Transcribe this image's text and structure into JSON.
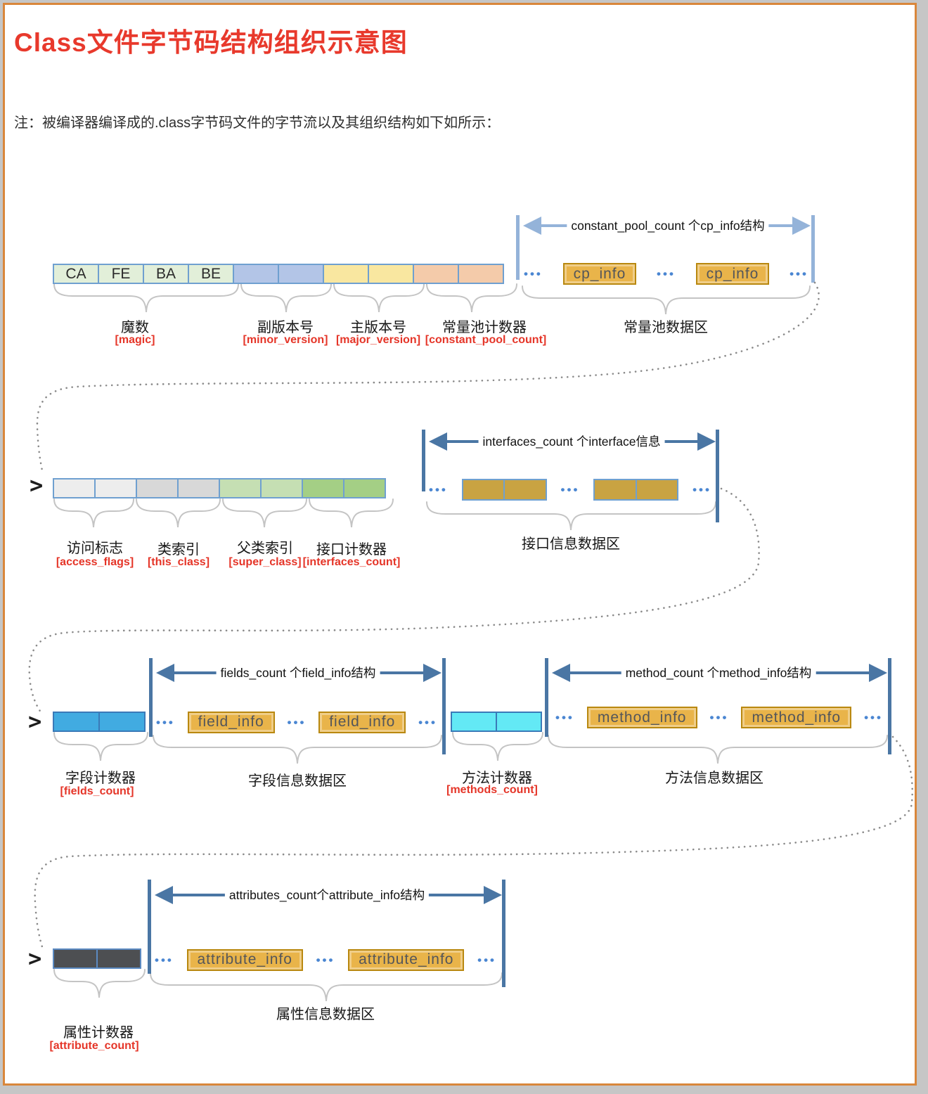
{
  "title": "Class文件字节码结构组织示意图",
  "note": "注：被编译器编译成的.class字节码文件的字节流以及其组织结构如下如所示：",
  "ellipsis": "•••",
  "entry_marker": ">",
  "colors": {
    "accent_red": "#e53528",
    "frame_orange": "#d9873b",
    "arrow_light_blue": "#94b3d9",
    "arrow_steel_blue": "#4a76a4",
    "gold_box": "#e9b44a",
    "interface_gold": "#c9a342",
    "magic_green": "#e2efd9",
    "minor_blue": "#b3c5e7",
    "major_yellow": "#f9e7a0",
    "cp_count_orange": "#f4cbaa",
    "fields_blue": "#41abe1",
    "methods_cyan": "#63e9f5",
    "attributes_gray": "#4d4f52"
  },
  "row1": {
    "magic_cells": [
      "CA",
      "FE",
      "BA",
      "BE"
    ],
    "arrow_label": "constant_pool_count 个cp_info结构",
    "box_label": "cp_info",
    "labels": {
      "magic": {
        "name": "魔数",
        "key": "[magic]"
      },
      "minor": {
        "name": "副版本号",
        "key": "[minor_version]"
      },
      "major": {
        "name": "主版本号",
        "key": "[major_version]"
      },
      "cp_count": {
        "name": "常量池计数器",
        "key": "[constant_pool_count]"
      },
      "cp_area": {
        "name": "常量池数据区"
      }
    }
  },
  "row2": {
    "arrow_label": "interfaces_count 个interface信息",
    "labels": {
      "access": {
        "name": "访问标志",
        "key": "[access_flags]"
      },
      "this": {
        "name": "类索引",
        "key": "[this_class]"
      },
      "super": {
        "name": "父类索引",
        "key": "[super_class]"
      },
      "if_count": {
        "name": "接口计数器",
        "key": "[interfaces_count]"
      },
      "if_area": {
        "name": "接口信息数据区"
      }
    }
  },
  "row3": {
    "fields": {
      "arrow_label": "fields_count 个field_info结构",
      "box_label": "field_info",
      "counter": {
        "name": "字段计数器",
        "key": "[fields_count]"
      },
      "area": {
        "name": "字段信息数据区"
      }
    },
    "methods": {
      "arrow_label": "method_count 个method_info结构",
      "box_label": "method_info",
      "counter": {
        "name": "方法计数器",
        "key": "[methods_count]"
      },
      "area": {
        "name": "方法信息数据区"
      }
    }
  },
  "row4": {
    "arrow_label": "attributes_count个attribute_info结构",
    "box_label": "attribute_info",
    "counter": {
      "name": "属性计数器",
      "key": "[attribute_count]"
    },
    "area": {
      "name": "属性信息数据区"
    }
  }
}
